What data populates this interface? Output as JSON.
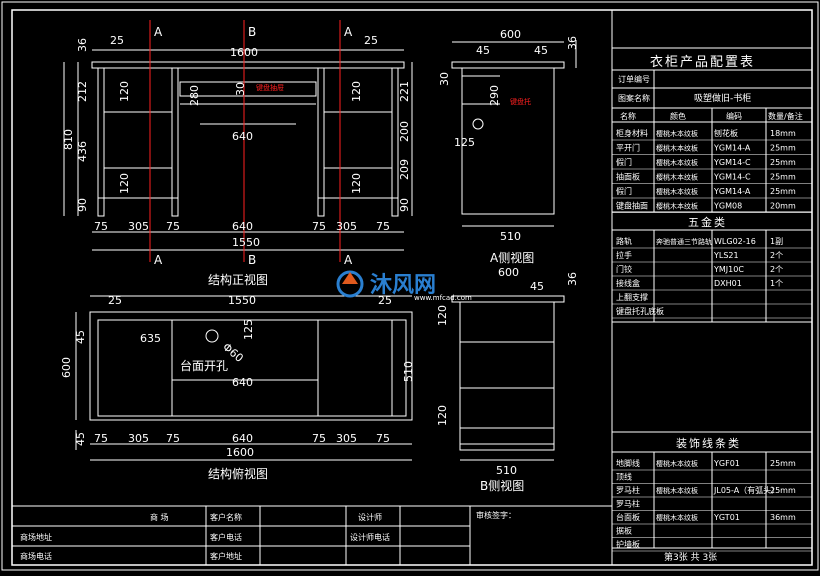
{
  "views": {
    "front_title": "结构正视图",
    "top_title": "结构俯视图",
    "side_a_title": "A侧视图",
    "side_b_title": "B侧视图",
    "hole_label": "台面开孔",
    "keyboard_drawer": "键盘抽屉",
    "keyboard_tray": "键盘托"
  },
  "section_marks": {
    "a": "A",
    "b": "B"
  },
  "front_dims": {
    "top_25": "25",
    "width_1600": "1600",
    "overhang_36": "36",
    "h_212": "212",
    "h_436": "436",
    "h_90": "90",
    "total_810": "810",
    "d_120a": "120",
    "d_120b": "120",
    "d_280": "280",
    "d_30": "30",
    "r_221": "221",
    "r_200": "200",
    "r_209": "209",
    "r_90": "90",
    "r_120a": "120",
    "r_120b": "120",
    "w_640": "640",
    "b_75a": "75",
    "b_305a": "305",
    "b_75b": "75",
    "b_640": "640",
    "b_75c": "75",
    "b_305b": "305",
    "b_75d": "75",
    "total_1550": "1550"
  },
  "side_a_dims": {
    "d_600": "600",
    "d_45a": "45",
    "d_45b": "45",
    "d_36": "36",
    "d_30": "30",
    "d_290": "290",
    "d_125": "125",
    "d_510": "510"
  },
  "top_dims": {
    "d_25a": "25",
    "d_1550": "1550",
    "d_25b": "25",
    "d_635": "635",
    "d_125": "125",
    "d_60": "Φ60",
    "d_45": "45",
    "d_600": "600",
    "d_640": "640",
    "d_510": "510",
    "b_75a": "75",
    "b_305a": "305",
    "b_75b": "75",
    "b_640": "640",
    "b_75c": "75",
    "b_305b": "305",
    "b_75d": "75",
    "d_1600": "1600",
    "d_45b": "45"
  },
  "side_b_dims": {
    "d_600": "600",
    "d_45": "45",
    "d_36": "36",
    "d_120a": "120",
    "d_120b": "120",
    "d_510": "510"
  },
  "watermark": {
    "text": "沐风网",
    "url": "www.mfcad.com"
  },
  "config_table": {
    "title": "衣柜产品配置表",
    "order_label": "订单编号",
    "drawing_label": "图案名称",
    "drawing_value": "吸塑做旧-书柜",
    "head": [
      "名称",
      "颜色",
      "编码",
      "数量/备注"
    ],
    "rows": [
      [
        "柜身材料",
        "樱桃木本纹板",
        "刨花板",
        "18mm"
      ],
      [
        "平开门",
        "樱桃木本纹板",
        "YGM14-A",
        "25mm"
      ],
      [
        "假门",
        "樱桃木本纹板",
        "YGM14-C",
        "25mm"
      ],
      [
        "抽面板",
        "樱桃木本纹板",
        "YGM14-C",
        "25mm"
      ],
      [
        "假门",
        "樱桃木本纹板",
        "YGM14-A",
        "25mm"
      ],
      [
        "键盘抽面",
        "樱桃木本纹板",
        "YGM08",
        "20mm"
      ]
    ],
    "hardware_title": "五金类",
    "hardware": [
      [
        "路轨",
        "奔驰普通三节路轨",
        "WLG02-16",
        "1副"
      ],
      [
        "拉手",
        "",
        "YLS21",
        "2个"
      ],
      [
        "门铰",
        "",
        "YMJ10C",
        "2个"
      ],
      [
        "接线盒",
        "",
        "DXH01",
        "1个"
      ],
      [
        "上翻支撑",
        "",
        "",
        ""
      ],
      [
        "键盘托孔底板",
        "",
        "",
        ""
      ]
    ],
    "trim_title": "装饰线条类",
    "trim": [
      [
        "地脚线",
        "樱桃木本纹板",
        "YGF01",
        "25mm"
      ],
      [
        "顶线",
        "",
        "",
        ""
      ],
      [
        "罗马柱",
        "樱桃木本纹板",
        "JL05-A（有弧头）",
        "25mm"
      ],
      [
        "罗马柱",
        "",
        "",
        ""
      ],
      [
        "台面板",
        "樱桃木本纹板",
        "YGT01",
        "36mm"
      ],
      [
        "据板",
        "",
        "",
        ""
      ],
      [
        "护墙板",
        "",
        "",
        ""
      ]
    ],
    "page": "第3张 共 3张"
  },
  "title_block": {
    "merchant": "商 场",
    "merchant_addr": "商场地址",
    "merchant_phone": "商场电话",
    "client_name": "客户名称",
    "client_phone": "客户电话",
    "client_addr": "客户地址",
    "designer": "设计师",
    "designer_phone": "设计师电话",
    "approval": "审核签字："
  }
}
